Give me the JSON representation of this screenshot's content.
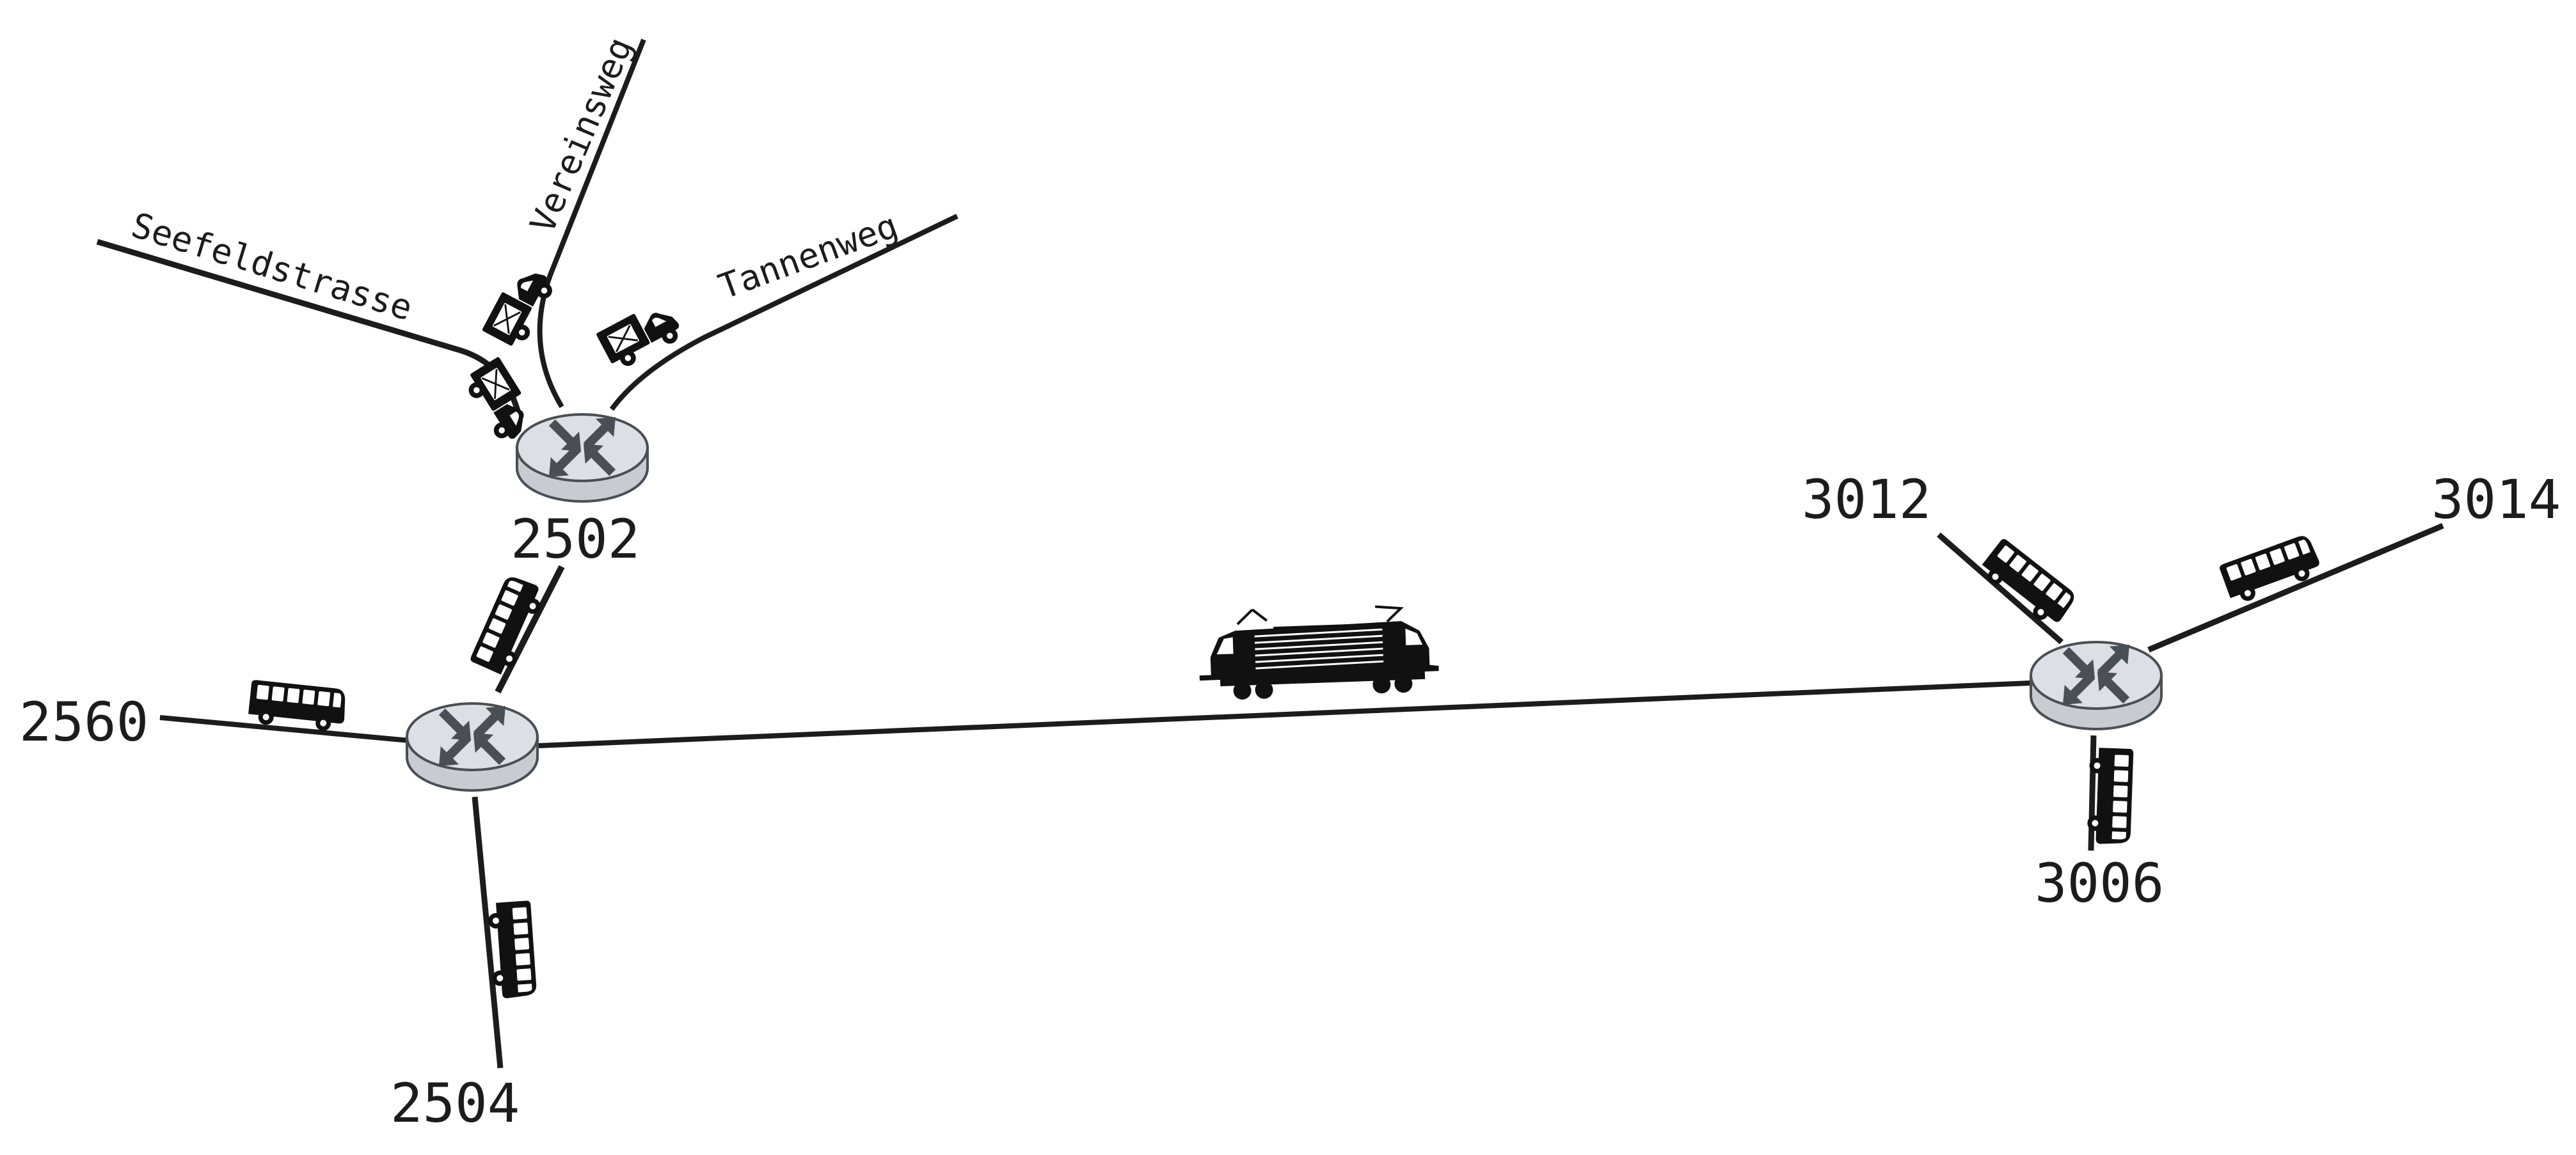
{
  "routers": [
    {
      "id": "r-2560",
      "label": "2560"
    },
    {
      "id": "r-2502",
      "label": "2502"
    },
    {
      "id": "r-3006",
      "label": "3006"
    }
  ],
  "nodes": {
    "n2502": "2502",
    "n2560": "2560",
    "n2504": "2504",
    "n3012": "3012",
    "n3014": "3014",
    "n3006": "3006"
  },
  "streets": {
    "seefeldstrasse": "Seefeldstrasse",
    "vereinsweg": "Vereinsweg",
    "tannenweg": "Tannenweg"
  },
  "links": [
    {
      "from": "router-2502",
      "to": "street-seefeldstrasse",
      "vehicle": "delivery-truck-icon"
    },
    {
      "from": "router-2502",
      "to": "street-vereinsweg",
      "vehicle": "delivery-truck-icon"
    },
    {
      "from": "router-2502",
      "to": "street-tannenweg",
      "vehicle": "delivery-truck-icon"
    },
    {
      "from": "router-2560",
      "to": "router-2502",
      "vehicle": "bus-icon"
    },
    {
      "from": "router-2560",
      "to": "node-2560",
      "vehicle": "bus-icon"
    },
    {
      "from": "router-2560",
      "to": "node-2504",
      "vehicle": "bus-icon"
    },
    {
      "from": "router-2560",
      "to": "router-3006",
      "vehicle": "train-icon"
    },
    {
      "from": "router-3006",
      "to": "node-3012",
      "vehicle": "bus-icon"
    },
    {
      "from": "router-3006",
      "to": "node-3014",
      "vehicle": "bus-icon"
    },
    {
      "from": "router-3006",
      "to": "node-3006",
      "vehicle": "bus-icon"
    }
  ],
  "colors": {
    "line": "#1c1c1c",
    "router_fill": "#dcdfe3",
    "router_stroke": "#4a4f55"
  }
}
